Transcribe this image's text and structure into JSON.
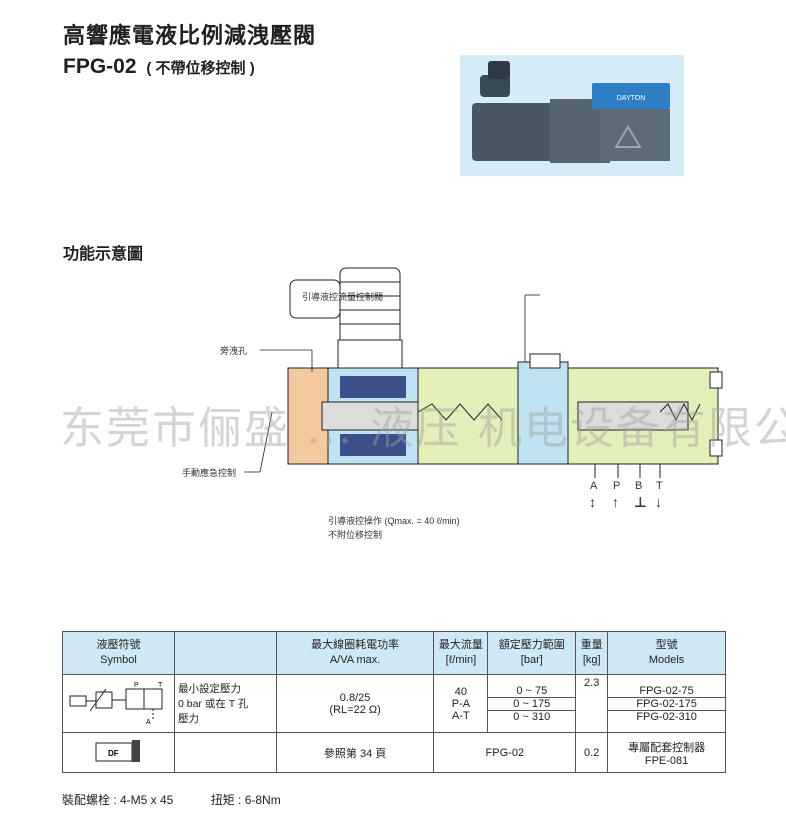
{
  "title": "高響應電液比例減洩壓閥",
  "model": "FPG-02",
  "model_note": "( 不帶位移控制 )",
  "section_title": "功能示意圖",
  "diagram": {
    "label_pilot_flow_valve": "引導液控流量控制閥",
    "label_bleed_hole": "旁洩孔",
    "label_manual": "手動應急控制",
    "port_labels": [
      "A",
      "P",
      "B",
      "T"
    ],
    "port_arrows": [
      "↕",
      "↑",
      "⊥",
      "↓"
    ],
    "note_line1": "引導液控操作 (Qmax. = 40 ℓ/min)",
    "note_line2": "不附位移控制"
  },
  "watermark": "东莞市俪盛 ... 液压 机电设备有限公司",
  "photo_badge": "DAYTON",
  "table": {
    "headers": {
      "symbol_cn": "液壓符號",
      "symbol_en": "Symbol",
      "power_cn": "最大線圈耗電功率",
      "power_en": "A/VA max.",
      "flow_cn": "最大流量",
      "flow_en": "[ℓ/min]",
      "pressure_cn": "額定壓力範圍",
      "pressure_en": "[bar]",
      "weight_cn": "重量",
      "weight_en": "[kg]",
      "models_cn": "型號",
      "models_en": "Models"
    },
    "row1": {
      "desc_line1": "最小設定壓力",
      "desc_line2": "0 bar 或在 T 孔",
      "desc_line3": "壓力",
      "power_line1": "0.8/25",
      "power_line2": "(RL=22 Ω)",
      "flow_line1": "40",
      "flow_line2": "P-A",
      "flow_line3": "A-T",
      "pressures": [
        "0 ~  75",
        "0 ~ 175",
        "0 ~ 310"
      ],
      "weight": "2.3",
      "models": [
        "FPG-02-75",
        "FPG-02-175",
        "FPG-02-310"
      ],
      "symbol_ports": [
        "P",
        "T",
        "A"
      ]
    },
    "row2": {
      "symbol_label": "DF",
      "power": "參照第 34 頁",
      "flow_pressure": "FPG-02",
      "weight": "0.2",
      "model_line1": "專屬配套控制器",
      "model_line2": "FPE-081"
    }
  },
  "footer": {
    "bolts": "裝配螺栓 : 4-M5 x 45",
    "torque": "扭矩 : 6-8Nm"
  },
  "colors": {
    "header_bg": "#cfe8f5",
    "body_orange": "#f5c9a0",
    "body_green": "#e3efb8",
    "body_blue": "#bfe3f2",
    "photo_bg": "#d6ecf7"
  }
}
